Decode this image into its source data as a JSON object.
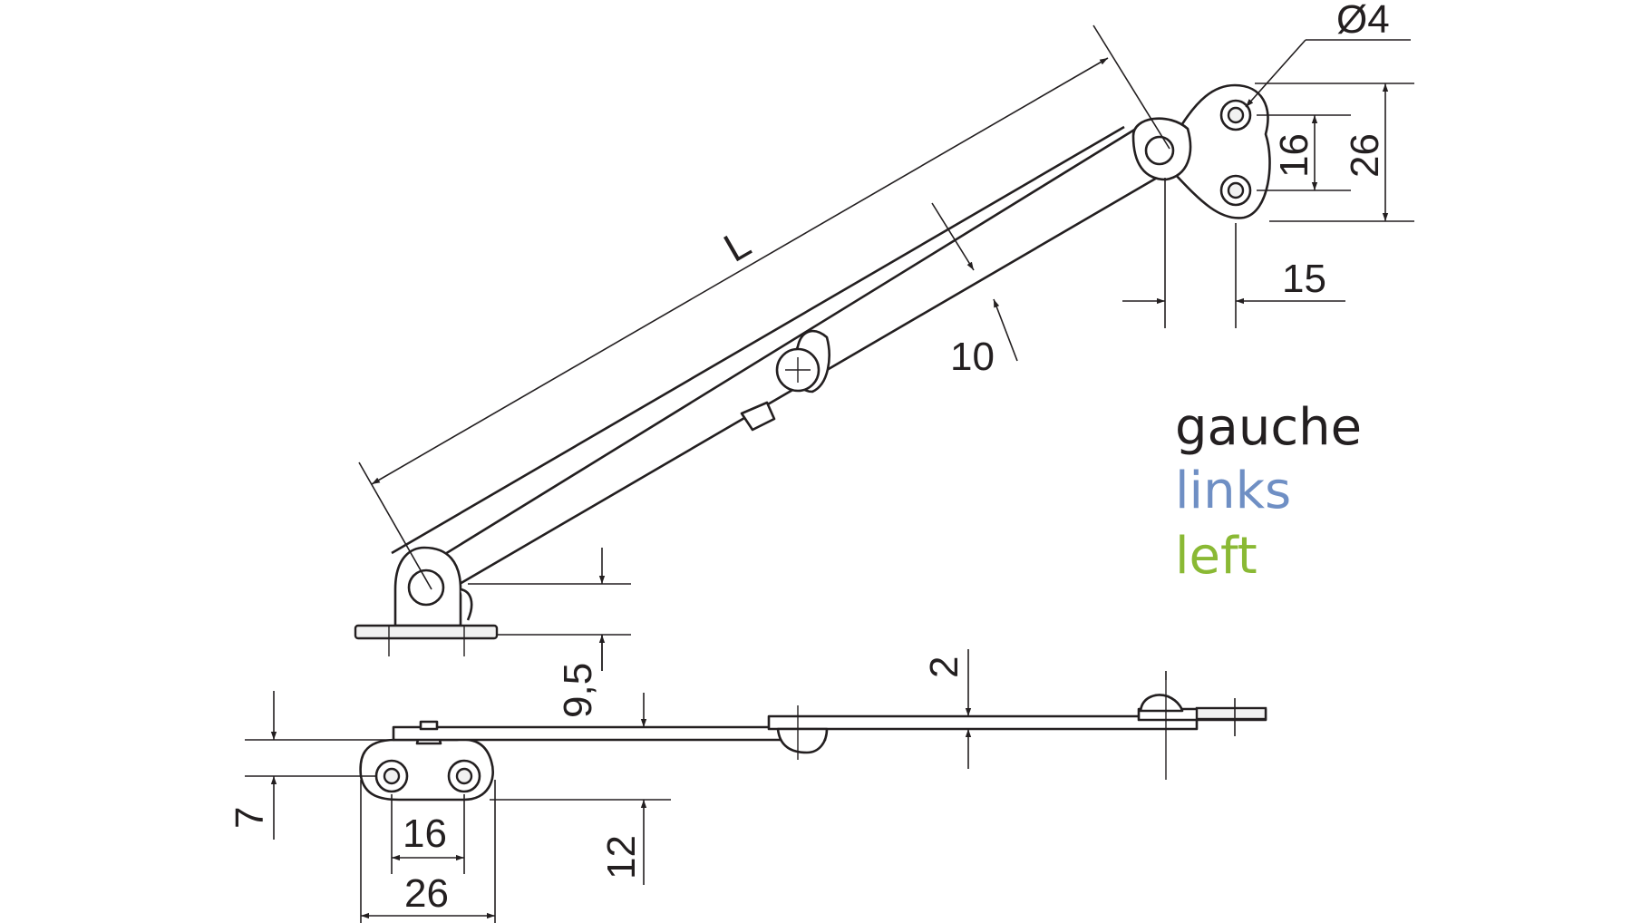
{
  "dimensions": {
    "length": "L",
    "hole_diameter": "Ø4",
    "hole_spacing_right": "16",
    "plate_height_right": "26",
    "pivot_offset_right": "15",
    "arm_width": "10",
    "pivot_height": "9,5",
    "arm_thickness": "2",
    "plate_offset": "7",
    "plate_depth": "12",
    "hole_spacing_bottom": "16",
    "plate_width_bottom": "26"
  },
  "legend": [
    {
      "text": "gauche",
      "color": "#231f20"
    },
    {
      "text": "links",
      "color": "#6f8fc4"
    },
    {
      "text": "left",
      "color": "#8ab934"
    }
  ]
}
